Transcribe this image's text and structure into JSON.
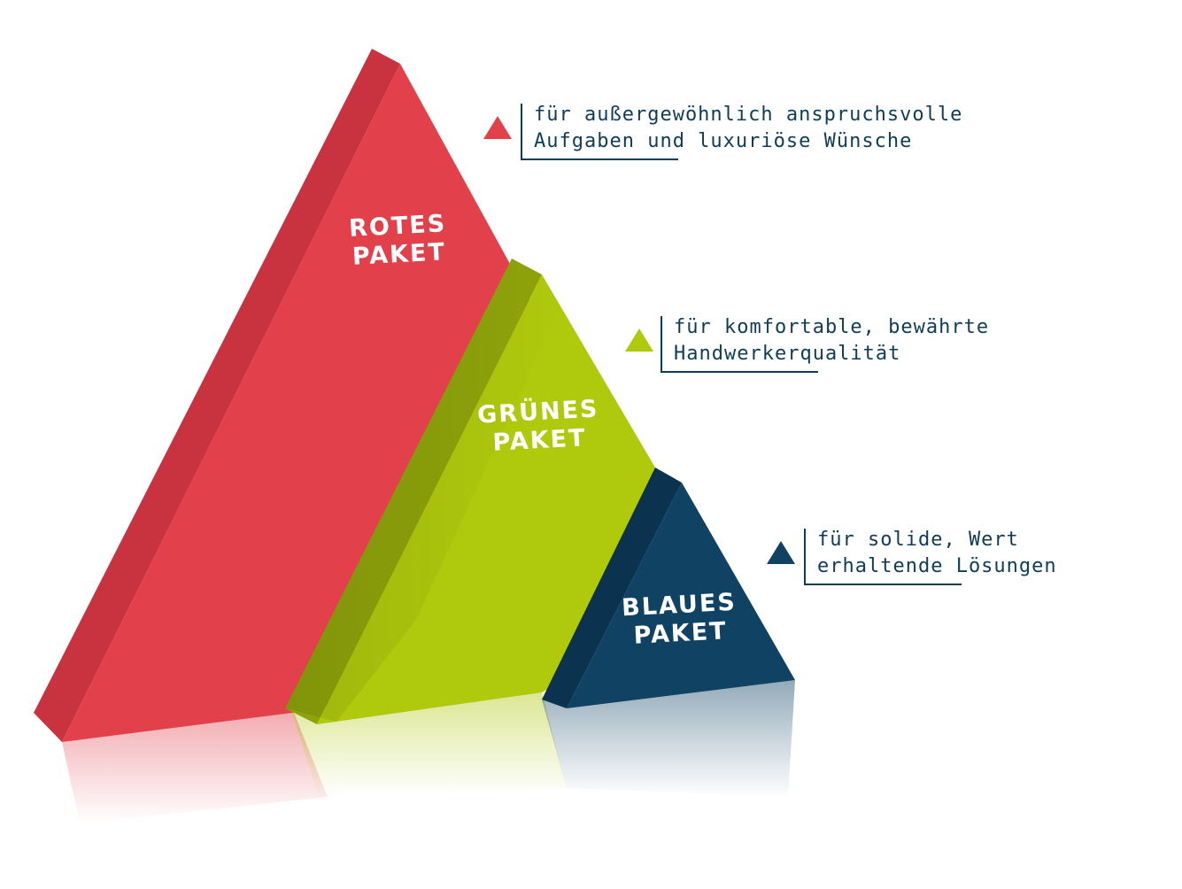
{
  "colors": {
    "red": "#e2404b",
    "red_side": "#c93340",
    "green": "#afc90d",
    "green_side": "#8ea30a",
    "blue": "#0f4263",
    "blue_side": "#0b3350",
    "text": "#0f3d57"
  },
  "packages": [
    {
      "id": "rot",
      "label_line1": "ROTES",
      "label_line2": "PAKET",
      "color": "red",
      "description_line1": "für außergewöhnlich anspruchsvolle",
      "description_line2": "Aufgaben und luxuriöse Wünsche"
    },
    {
      "id": "gruen",
      "label_line1": "GRÜNES",
      "label_line2": "PAKET",
      "color": "green",
      "description_line1": "für komfortable, bewährte",
      "description_line2": "Handwerkerqualität"
    },
    {
      "id": "blau",
      "label_line1": "BLAUES",
      "label_line2": "PAKET",
      "color": "blue",
      "description_line1": "für solide, Wert",
      "description_line2": "erhaltende Lösungen"
    }
  ]
}
